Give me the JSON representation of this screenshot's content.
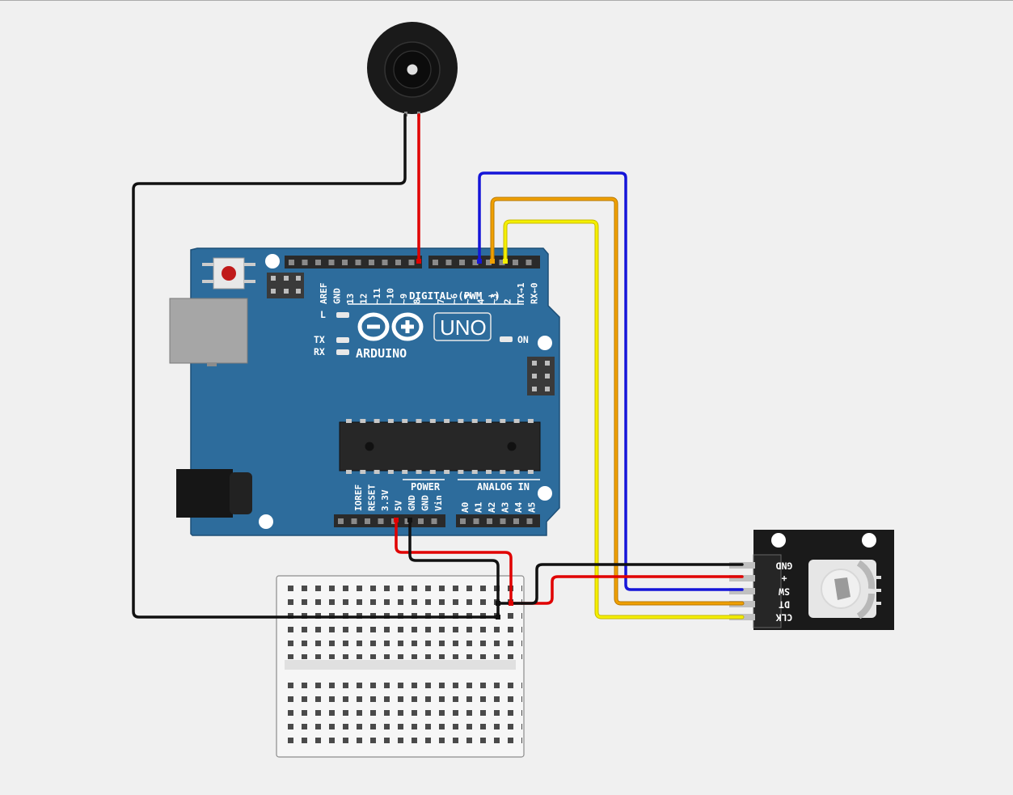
{
  "colors": {
    "background": "#f0f0f0",
    "board": "#2d6c9c",
    "board_dark": "#1d4f77",
    "wire_red": "#e00000",
    "wire_black": "#111111",
    "wire_blue": "#1515d8",
    "wire_orange": "#f0a000",
    "wire_yellow": "#f4f000",
    "header": "#2a2a2a",
    "encoder_pcb": "#1a1a1a"
  },
  "arduino": {
    "brand": "ARDUINO",
    "model": "UNO",
    "digital_label": "DIGITAL (PWM ~)",
    "power_label": "POWER",
    "analog_label": "ANALOG IN",
    "led_l": "L",
    "led_tx": "TX",
    "led_rx": "RX",
    "led_on": "ON",
    "left_header_pins": [
      "AREF",
      "GND",
      "13",
      "12",
      "~11",
      "~10",
      "~9",
      "8"
    ],
    "right_header_pins": [
      "7",
      "~6",
      "~5",
      "4",
      "~3",
      "2",
      "TX→1",
      "RX←0"
    ],
    "power_pins": [
      "IOREF",
      "RESET",
      "3.3V",
      "5V",
      "GND",
      "GND",
      "Vin"
    ],
    "analog_pins": [
      "A0",
      "A1",
      "A2",
      "A3",
      "A4",
      "A5"
    ]
  },
  "encoder": {
    "pins": [
      "GND",
      "+",
      "SW",
      "DT",
      "CLK"
    ]
  },
  "icons": {
    "buzzer": "piezo-buzzer-icon",
    "arduino_logo": "infinity-logo-icon",
    "encoder_knob": "rotary-knob-icon"
  }
}
